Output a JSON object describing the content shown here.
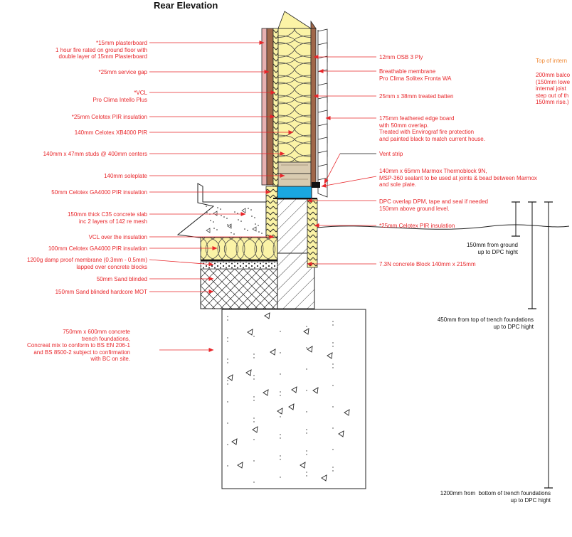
{
  "title": "Rear Elevation",
  "left_labels": [
    {
      "id": "plasterboard",
      "text": "*15mm plasterboard\n1 hour fire rated on ground floor with\ndouble layer of 15mm Plasterboard"
    },
    {
      "id": "service-gap",
      "text": "*25mm service gap"
    },
    {
      "id": "vcl",
      "text": "*VCL\nPro Clima Intello Plus"
    },
    {
      "id": "celotex-pir-25",
      "text": "*25mm Celotex PIR insulation"
    },
    {
      "id": "celotex-xb4000",
      "text": "140mm Celotex XB4000 PIR"
    },
    {
      "id": "studs",
      "text": "140mm x 47mm studs @ 400mm centers"
    },
    {
      "id": "soleplate",
      "text": "140mm soleplate"
    },
    {
      "id": "celotex-ga4000-50",
      "text": "50mm Celotex GA4000 PIR insulation"
    },
    {
      "id": "concrete-slab",
      "text": "150mm thick C35 concrete slab\ninc 2 layers of 142 re mesh"
    },
    {
      "id": "vcl-over-insulation",
      "text": "VCL over the insulation"
    },
    {
      "id": "celotex-ga4000-100",
      "text": "100mm Celotex GA4000 PIR insulation"
    },
    {
      "id": "dpm",
      "text": "1200g damp proof membrane (0.3mm - 0.5mm)\nlapped over concrete blocks"
    },
    {
      "id": "sand-blinded-50",
      "text": "50mm Sand blinded"
    },
    {
      "id": "hardcore",
      "text": "150mm Sand blinded hardcore MOT"
    },
    {
      "id": "trench-foundation",
      "text": "750mm x 600mm concrete\ntrench foundations,\nConcreat mix to conform to BS EN 206-1\nand BS 8500-2 subject to confirmation\nwith BC on site."
    }
  ],
  "right_labels": [
    {
      "id": "osb",
      "text": "12mm OSB 3 Ply"
    },
    {
      "id": "breathable-membrane",
      "text": "Breathable membrane\nPro Clima Solitex Fronta WA"
    },
    {
      "id": "batten",
      "text": "25mm x 38mm treated batten"
    },
    {
      "id": "feathered-board",
      "text": "175mm feathered edge board\nwith 50mm overlap.\nTreated with Envirograf fire protection\nand painted black to match current house."
    },
    {
      "id": "vent-strip",
      "text": "Vent strip"
    },
    {
      "id": "thermoblock",
      "text": "140mm x 65mm Marmox Thermoblock 9N,\nMSP-360 sealant to be used at joints & bead between Marmox\nand sole plate."
    },
    {
      "id": "dpc",
      "text": "DPC overlap DPM, tape and seal if needed\n150mm above ground level."
    },
    {
      "id": "celotex-pir-25-ext",
      "text": "*25mm Celotex PIR insulation"
    },
    {
      "id": "concrete-block",
      "text": "7.3N concrete Block 140mm x 215mm"
    }
  ],
  "side_note": {
    "heading": "Top of intern",
    "body": "200mm balco\n(150mm lowe\ninternal joist\nstep out of th\n150mm rise.)"
  },
  "dimensions": [
    {
      "id": "dim-150",
      "text": "150mm from ground\nup to DPC hight"
    },
    {
      "id": "dim-450",
      "text": "450mm from top of trench foundations\nup to DPC hight"
    },
    {
      "id": "dim-1200",
      "text": "1200mm from  bottom of trench foundations\nup to DPC hight"
    }
  ],
  "colors": {
    "label_red": "#e8262a",
    "insulation_yellow": "#fbf3a6",
    "timber_brown": "#a0674a",
    "thermoblock_blue": "#1aa7e0",
    "plasterboard_pink": "#e8b0b0",
    "side_note_orange": "#f08c3a"
  }
}
